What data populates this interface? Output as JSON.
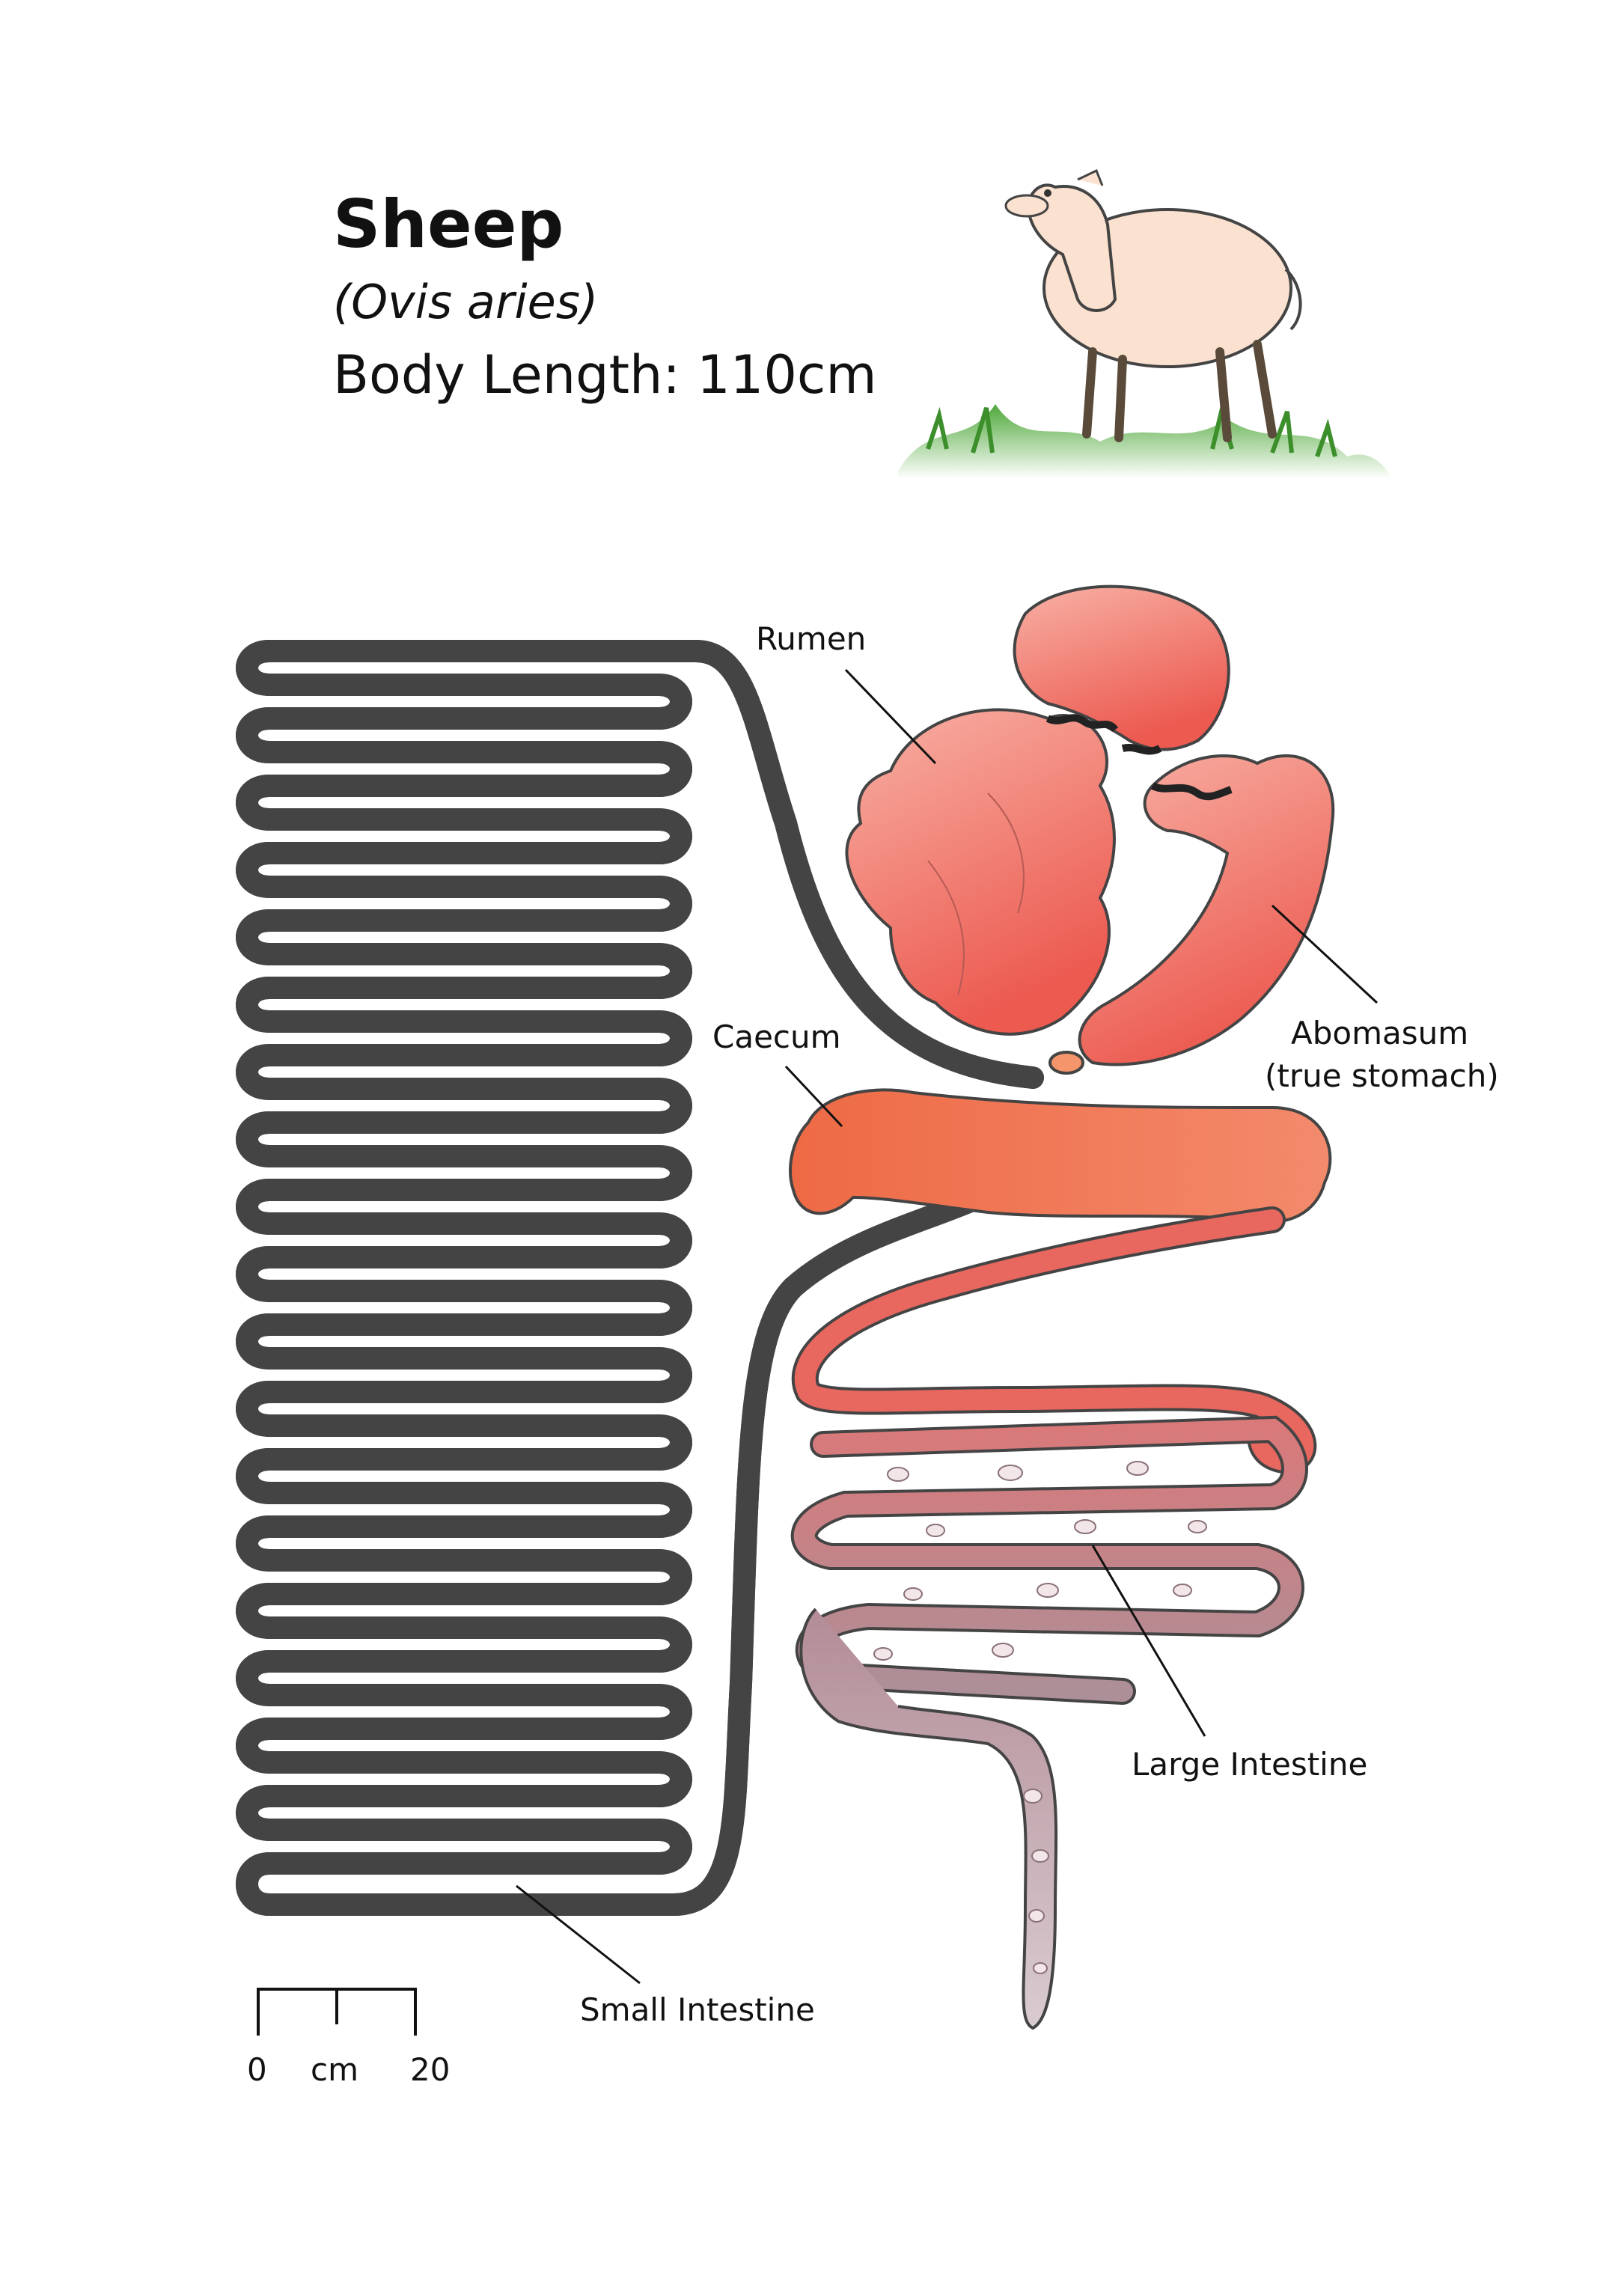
{
  "header": {
    "title": "Sheep",
    "scientific_name": "(Ovis aries)",
    "body_length": "Body Length: 110cm"
  },
  "labels": {
    "rumen": "Rumen",
    "abomasum_line1": "Abomasum",
    "abomasum_line2": "(true stomach)",
    "caecum": "Caecum",
    "large_intestine": "Large Intestine",
    "small_intestine": "Small Intestine"
  },
  "scale_bar": {
    "min_label": "0",
    "unit_label": "cm",
    "max_label": "20"
  },
  "colors": {
    "small_intestine": "#f5a97e",
    "small_intestine_light": "#fde2cf",
    "stomach": "#f07d72",
    "caecum": "#ef7650",
    "large_intestine_upper": "#e8675f",
    "large_intestine_lower": "#b49096",
    "outline": "#444444",
    "grass": "#62b548"
  },
  "illustration": {
    "animal_icon": "sheep-icon"
  }
}
